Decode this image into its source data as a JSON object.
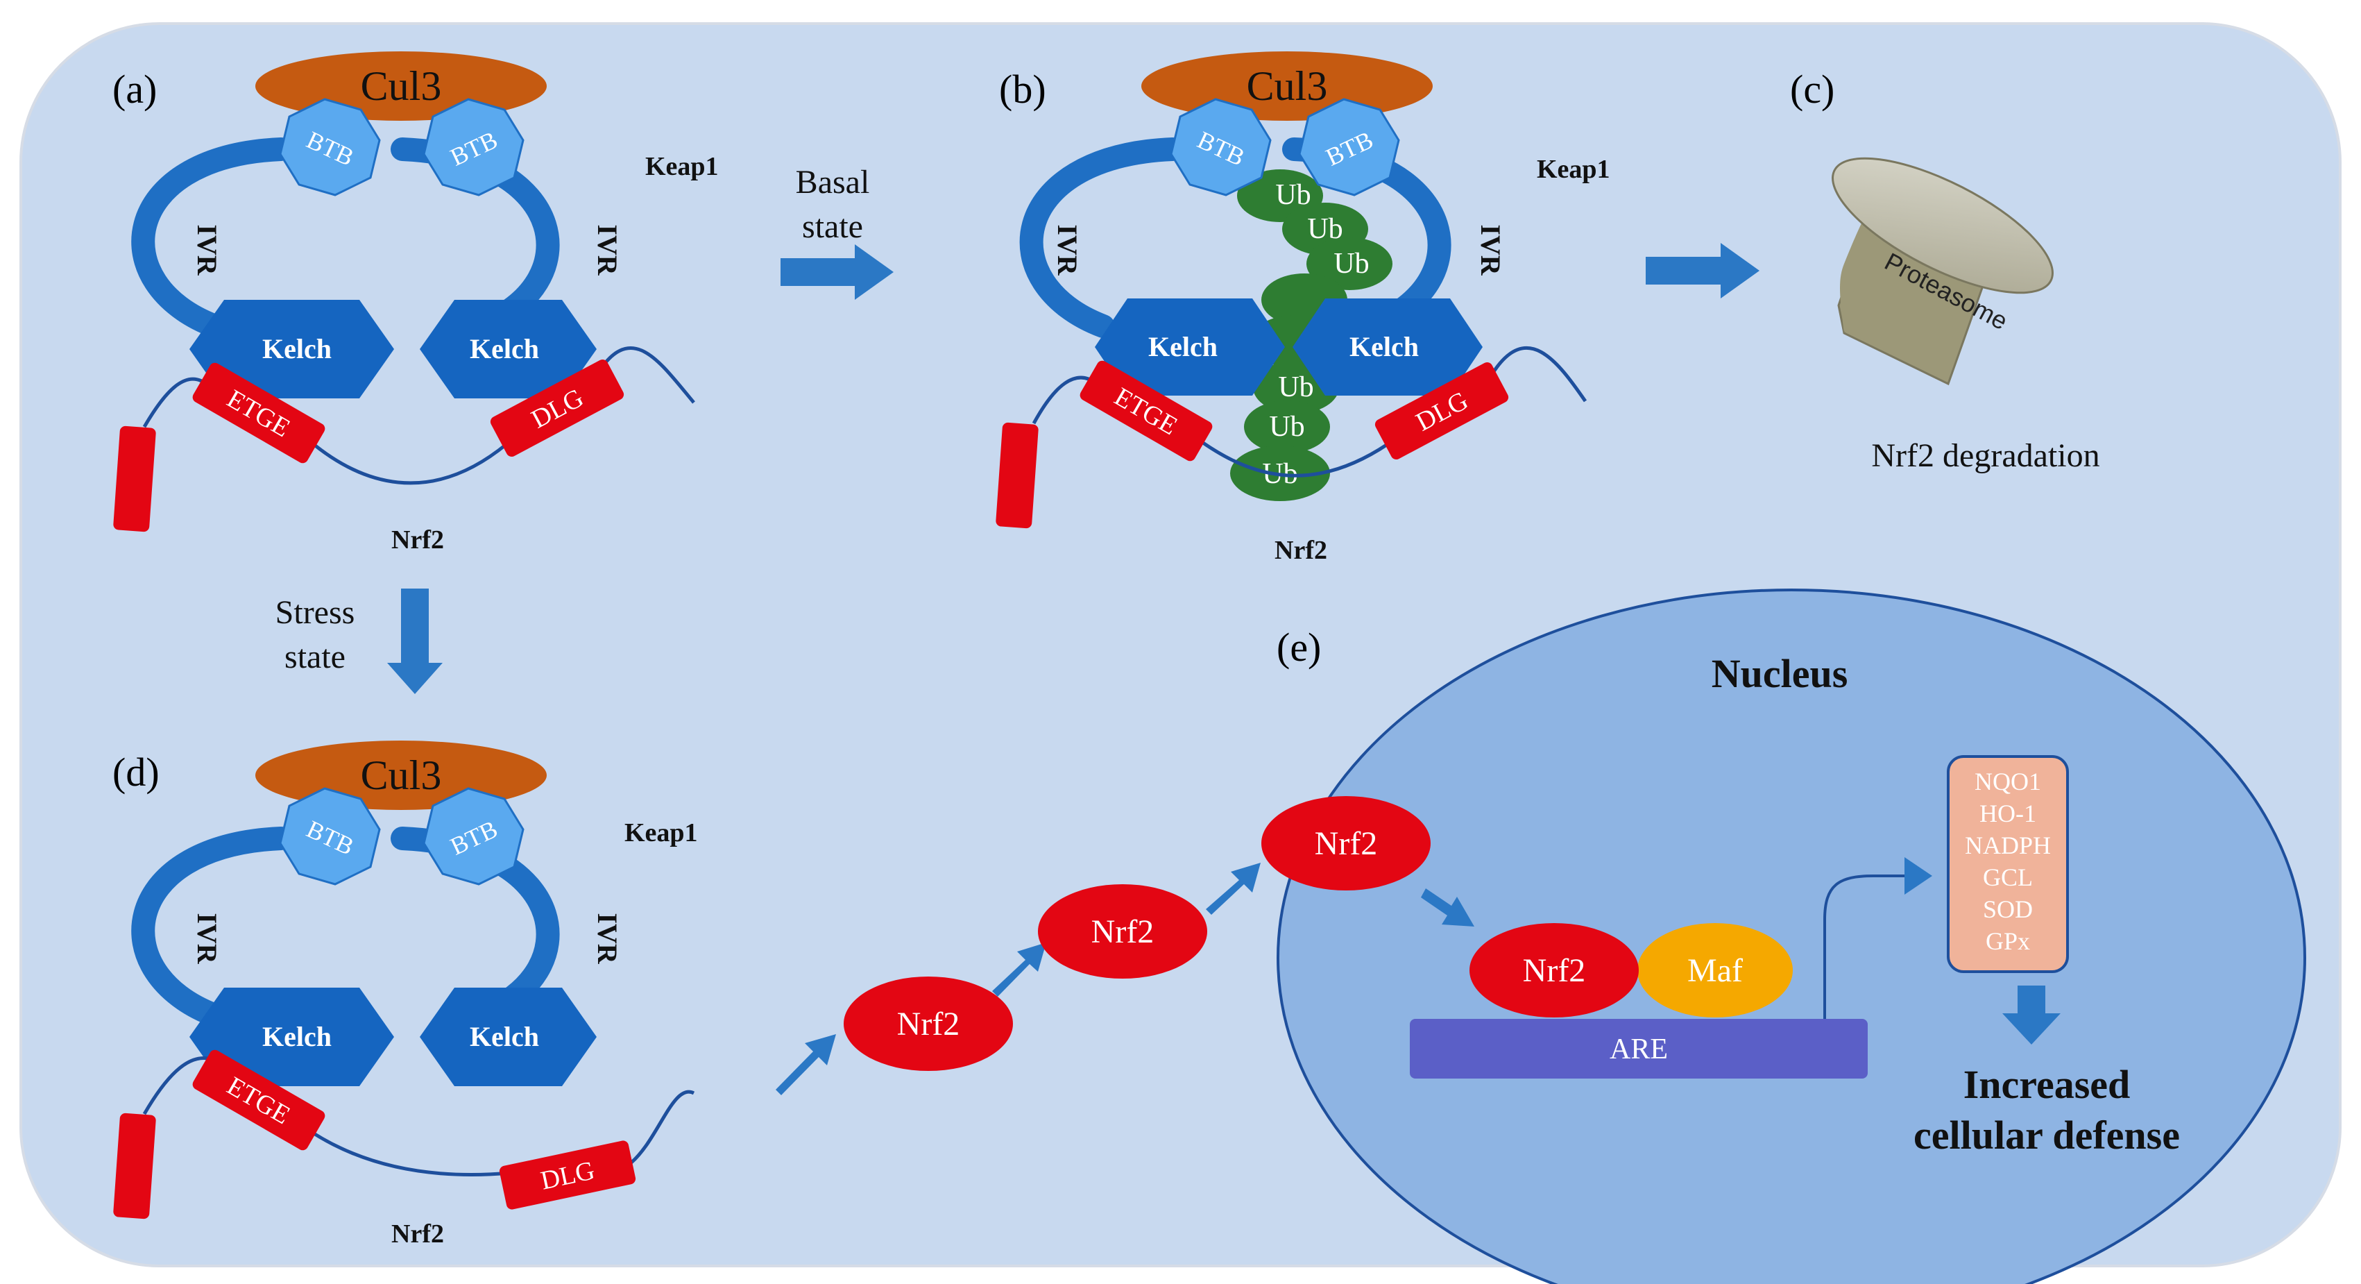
{
  "panels": {
    "a": {
      "label": "(a)",
      "cul3": "Cul3",
      "btb_left": "BTB",
      "btb_right": "BTB",
      "keap1": "Keap1",
      "ivr_left": "IVR",
      "ivr_right": "IVR",
      "kelch_left": "Kelch",
      "kelch_right": "Kelch",
      "etge": "ETGE",
      "dlg": "DLG",
      "nrf2": "Nrf2"
    },
    "b": {
      "label": "(b)",
      "cul3": "Cul3",
      "btb_left": "BTB",
      "btb_right": "BTB",
      "keap1": "Keap1",
      "ivr_left": "IVR",
      "ivr_right": "IVR",
      "kelch_left": "Kelch",
      "kelch_right": "Kelch",
      "etge": "ETGE",
      "dlg": "DLG",
      "nrf2": "Nrf2",
      "ub": "Ub"
    },
    "c": {
      "label": "(c)",
      "proteasome": "Proteasome",
      "caption": "Nrf2 degradation"
    },
    "d": {
      "label": "(d)",
      "cul3": "Cul3",
      "btb_left": "BTB",
      "btb_right": "BTB",
      "keap1": "Keap1",
      "ivr_left": "IVR",
      "ivr_right": "IVR",
      "kelch_left": "Kelch",
      "kelch_right": "Kelch",
      "etge": "ETGE",
      "dlg": "DLG",
      "nrf2": "Nrf2"
    },
    "e": {
      "label": "(e)",
      "nucleus": "Nucleus",
      "nrf2": "Nrf2",
      "maf": "Maf",
      "are": "ARE",
      "genes": [
        "NQO1",
        "HO-1",
        "NADPH",
        "GCL",
        "SOD",
        "GPx"
      ],
      "outcome_line1": "Increased",
      "outcome_line2": "cellular defense"
    }
  },
  "transitions": {
    "basal_line1": "Basal",
    "basal_line2": "state",
    "stress_line1": "Stress",
    "stress_line2": "state"
  },
  "colors": {
    "background": "#c8d9ef",
    "frame_border": "#d6dce6",
    "keap1_ring": "#1f6fc4",
    "kelch": "#1565c0",
    "btb": "#5aa9ef",
    "cul3": "#c55a11",
    "nrf2_red": "#e30613",
    "ubiquitin": "#2e7d32",
    "nucleus": "#8eb4e3",
    "maf": "#f5a800",
    "are": "#5b5fc7",
    "gene_box": "#f0b39a",
    "arrow": "#2b78c5",
    "proteasome": "#9c9878"
  }
}
